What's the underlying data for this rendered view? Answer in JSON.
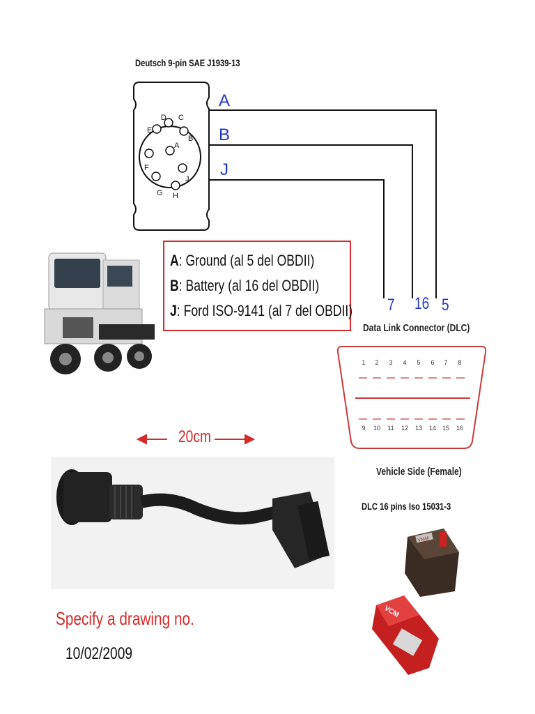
{
  "connector": {
    "title": "Deutsch 9-pin SAE J1939-13",
    "pins": [
      "A",
      "B",
      "C",
      "D",
      "E",
      "F",
      "G",
      "H",
      "J"
    ]
  },
  "wires": [
    {
      "letter": "A",
      "dlc_pin": "5"
    },
    {
      "letter": "B",
      "dlc_pin": "16"
    },
    {
      "letter": "J",
      "dlc_pin": "7"
    }
  ],
  "legend": [
    {
      "key": "A",
      "text": ": Ground (al 5 del OBDII)"
    },
    {
      "key": "B",
      "text": ": Battery (al 16 del OBDII)"
    },
    {
      "key": "J",
      "text": ": Ford ISO-9141 (al 7 del OBDII)"
    }
  ],
  "dlc": {
    "title": "Data Link Connector  (DLC)",
    "top_pins": [
      "1",
      "2",
      "3",
      "4",
      "5",
      "6",
      "7",
      "8"
    ],
    "bottom_pins": [
      "9",
      "10",
      "11",
      "12",
      "13",
      "14",
      "15",
      "16"
    ],
    "footer": "Vehicle Side  (Female)",
    "standard": "DLC 16 pins Iso 15031-3"
  },
  "cable": {
    "length": "20cm"
  },
  "note": "Specify a drawing no.",
  "date": "10/02/2009",
  "devices": {
    "top_label": "VMM",
    "bottom_label": "VCM"
  },
  "colors": {
    "wire_label": "#1f37c8",
    "accent_red": "#d42a2a"
  }
}
